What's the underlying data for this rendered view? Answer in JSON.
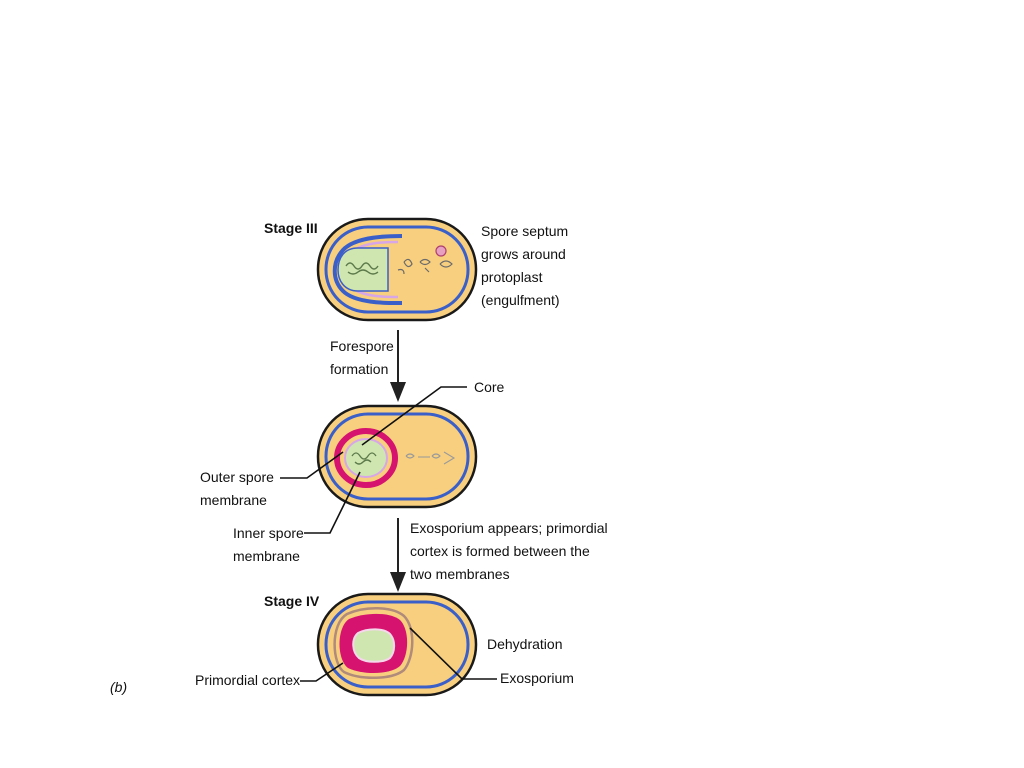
{
  "labels": {
    "stage_iii": "Stage III",
    "spore_septum": [
      "Spore septum",
      "grows around",
      "protoplast",
      "(engulfment)"
    ],
    "forespore": [
      "Forespore",
      "formation"
    ],
    "core": "Core",
    "outer_spore": [
      "Outer spore",
      "membrane"
    ],
    "inner_spore": [
      "Inner spore",
      "membrane"
    ],
    "exosporium_appears": [
      "Exosporium appears; primordial",
      "cortex is formed between the",
      "two membranes"
    ],
    "stage_iv": "Stage IV",
    "dehydration": "Dehydration",
    "primordial_cortex": "Primordial cortex",
    "exosporium": "Exosporium",
    "panel_letter": "(b)"
  },
  "colors": {
    "cytoplasm": "#f7cf7f",
    "wall": "#1a1a1a",
    "membrane": "#3b5fc9",
    "membrane_inner": "#d7a6e6",
    "forespore_core": "#cfe6b0",
    "cortex": "#d6136e",
    "exosporium": "#b08a7a"
  }
}
